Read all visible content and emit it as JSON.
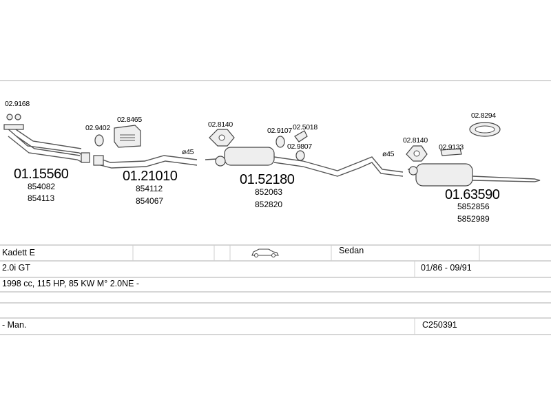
{
  "parts": [
    {
      "number": "01.15560",
      "refs": [
        "854082",
        "854113"
      ]
    },
    {
      "number": "01.21010",
      "refs": [
        "854112",
        "854067"
      ]
    },
    {
      "number": "01.52180",
      "refs": [
        "852063",
        "852820"
      ]
    },
    {
      "number": "01.63590",
      "refs": [
        "5852856",
        "5852989"
      ]
    }
  ],
  "accessories": [
    "02.9168",
    "02.9402",
    "02.8465",
    "02.8140",
    "02.9107",
    "02.5018",
    "02.9807",
    "02.8140",
    "02.9133",
    "02.8294"
  ],
  "diameters": [
    "ø45",
    "ø45"
  ],
  "table": {
    "model": "Kadett E",
    "body": "Sedan",
    "engine": "2.0i GT",
    "years": "01/86 - 09/91",
    "specs": "1998 cc, 115 HP, 85 KW M° 2.0NE -",
    "gearbox": "- Man.",
    "code": "C250391",
    "car_icon": "car-sedan-icon"
  }
}
